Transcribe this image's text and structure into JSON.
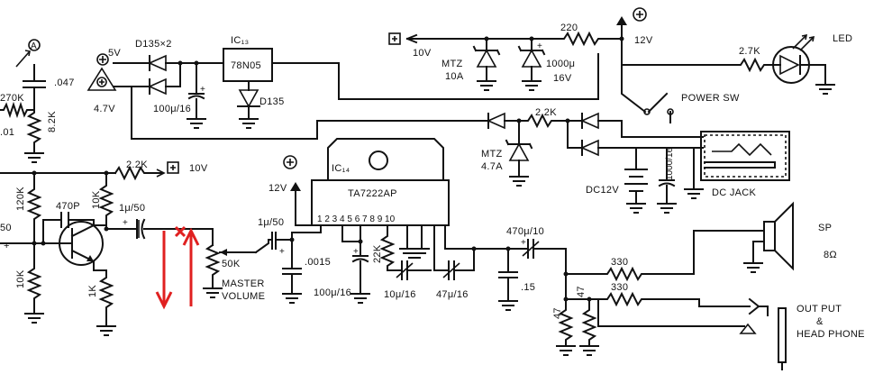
{
  "labels": {
    "diode_d135x2": "D135×2",
    "v5": "5V",
    "ic13": "IC₁₃",
    "reg_78n05": "78N05",
    "d135": "D135",
    "v47": "4.7V",
    "c100u16a": "100μ/16",
    "c047": ".047",
    "r270k": "270K",
    "r82k": "8.2K",
    "r01": ".01",
    "r220": "220",
    "v10_top": "10V",
    "v12_top": "12V",
    "mtz10a_1": "MTZ",
    "mtz10a_2": "10A",
    "c1000u": "1000μ",
    "v16": "16V",
    "r27k": "2.7K",
    "led": "LED",
    "power_sw": "POWER SW",
    "r22k_mid": "2.2K",
    "mtz47a_1": "MTZ",
    "mtz47a_2": "4.7A",
    "r22k_left": "2.2K",
    "v10_left": "10V",
    "v12_ic": "12V",
    "ic14": "IC₁₄",
    "ta7222ap": "TA7222AP",
    "pins": "1 2 3 4 5   6   7   8  9 10",
    "dc12v": "DC12V",
    "c1000_16": "1000/16",
    "dc_jack": "DC JACK",
    "r120k": "120K",
    "r10k_a": "10K",
    "c470p": "470P",
    "c1u50a": "1μ/50",
    "c1u50b": "1μ/50",
    "r50k": "50K",
    "master_1": "MASTER",
    "master_2": "VOLUME",
    "c0015": ".0015",
    "r22k_ic": "22K",
    "c100u16b": "100μ/16",
    "c10u16": "10μ/16",
    "c47u16": "47μ/16",
    "c470u10": "470μ/10",
    "c15": ".15",
    "r330a": "330",
    "r330b": "330",
    "r47a": "47",
    "r47b": "47",
    "sp": "SP",
    "sp_ohm": "8Ω",
    "out_1": "OUT PUT",
    "out_2": "&",
    "out_3": "HEAD PHONE",
    "r10k_b": "10K",
    "r1k": "1K",
    "r50_edge": "50",
    "r10_edge": ".01"
  },
  "annotations": {
    "color": "#e02020"
  }
}
